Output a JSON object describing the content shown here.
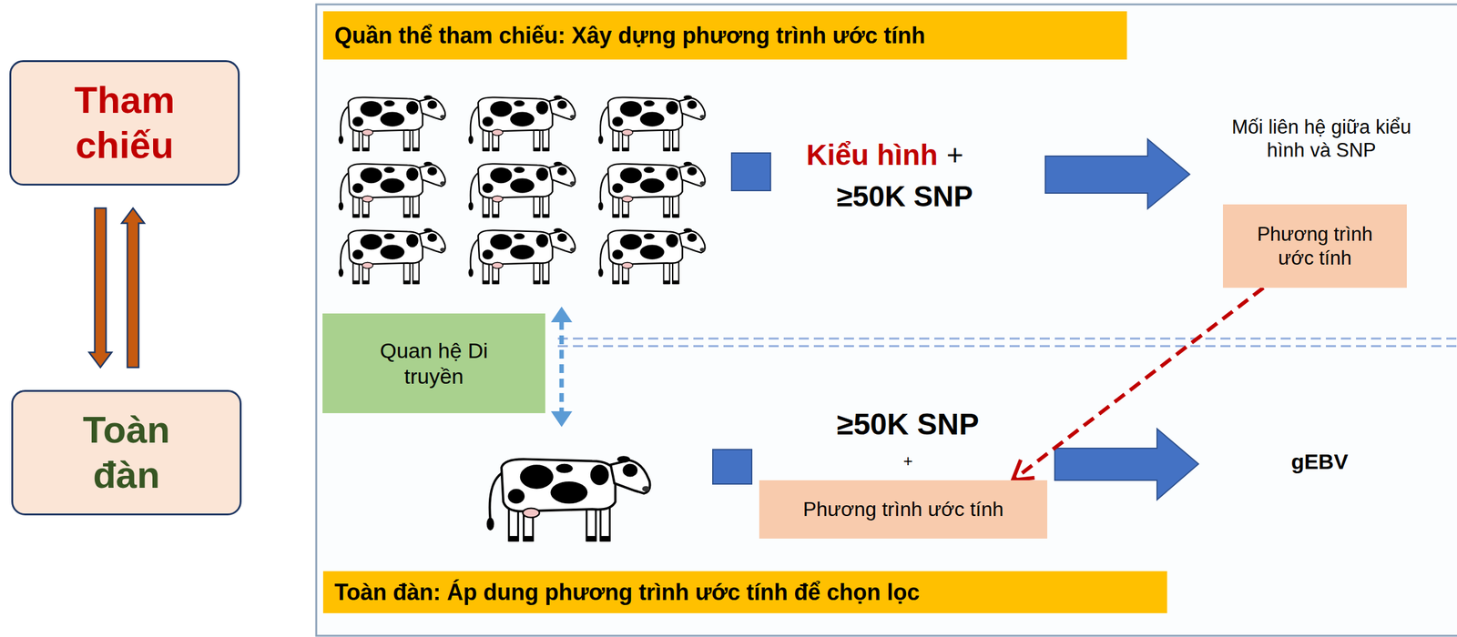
{
  "diagram": {
    "nodes": [
      {
        "text": [
          "Tham chiếu"
        ]
      },
      {
        "text": [
          "Toàn đàn"
        ]
      },
      {
        "text": [
          "Quần thể tham chiếu: Xây dựng phương trình ước tính"
        ]
      },
      {
        "text": [
          "Phương trình ước tính"
        ]
      },
      {
        "text": [
          "Quan hệ Di truyền"
        ]
      },
      {
        "text": [
          "Phương trình ước tính"
        ]
      },
      {
        "text": [
          "Toàn đàn: Áp dung phương trình ước tính để chọn lọc"
        ]
      }
    ],
    "edges": [
      {
        "from": 0,
        "to": 1,
        "arrow": "to"
      },
      {
        "from": 1,
        "to": 0,
        "arrow": "to"
      },
      {
        "from": 3,
        "to": 5,
        "arrow": "to"
      }
    ],
    "labels": [
      "Kiểu hình",
      "+",
      "≥50K SNP",
      "Mối liên hệ giữa kiểu hình và SNP",
      "≥50K SNP",
      "+",
      "gEBV"
    ]
  }
}
